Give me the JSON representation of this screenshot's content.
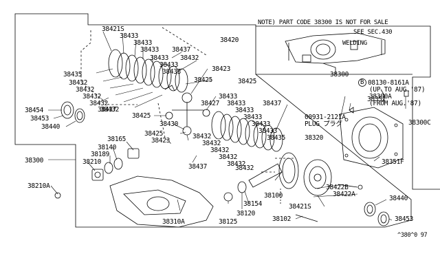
{
  "diagram": {
    "note_lines": [
      "NOTE) PART CODE 38300 IS NOT FOR SALE",
      "SEE SEC.430",
      "WELDING"
    ],
    "bolt_note": {
      "symbol": "B",
      "lines": [
        "08130-8161A",
        "(UP TO AUG.'87)",
        "38300A",
        "(FROM AUG.'87)"
      ]
    },
    "plug_note": [
      "00931-2121A",
      "PLUG プラグ"
    ],
    "footer": "^380^0 97",
    "labels": {
      "p38421S_top": "38421S",
      "p38433_a": "38433",
      "p38433_b": "38433",
      "p38433_c": "38433",
      "p38433_d": "38433",
      "p38433_e": "38433",
      "p38433_f": "38433",
      "p38437_a": "38437",
      "p38432_r": "38432",
      "p38420": "38420",
      "p38423_a": "38423",
      "p38435_a": "38435",
      "p38432_a": "38432",
      "p38432_b": "38432",
      "p38432_c": "38432",
      "p38432_d": "38432",
      "p38432_e": "38432",
      "p38425_a": "38425",
      "p38425_b": "38425",
      "p38437_b": "38437",
      "p38433_g": "38433",
      "p38427": "38427",
      "p38433_h": "38433",
      "p38433_i": "38433",
      "p38433_j": "38433",
      "p38433_k": "38433",
      "p38433_l": "38433",
      "p38435_b": "38435",
      "p38437_c": "38437",
      "p38454": "38454",
      "p38453_a": "38453",
      "p38440_a": "38440",
      "p38425_c": "38425",
      "p38430": "38430",
      "p38425_d": "38425",
      "p38423_b": "38423",
      "p38432_f": "38432",
      "p38432_g": "38432",
      "p38432_h": "38432",
      "p38432_i": "38432",
      "p38432_j": "38432",
      "p38432_k": "38432",
      "p38165": "38165",
      "p38140": "38140",
      "p38189": "38189",
      "p38210": "38210",
      "p38300_left": "38300",
      "p38210A": "38210A",
      "p38437_d": "38437",
      "p38300_assy": "38300",
      "p38351": "38351",
      "p38300C": "38300C",
      "p38320": "38320",
      "p38351F": "38351F",
      "p38100": "38100",
      "p38154": "38154",
      "p38422B": "38422B",
      "p38422A": "38422A",
      "p38421S_b": "38421S",
      "p38440_b": "38440",
      "p38453_b": "38453",
      "p38102": "38102",
      "p38310A": "38310A",
      "p38125": "38125",
      "p38120": "38120"
    }
  }
}
